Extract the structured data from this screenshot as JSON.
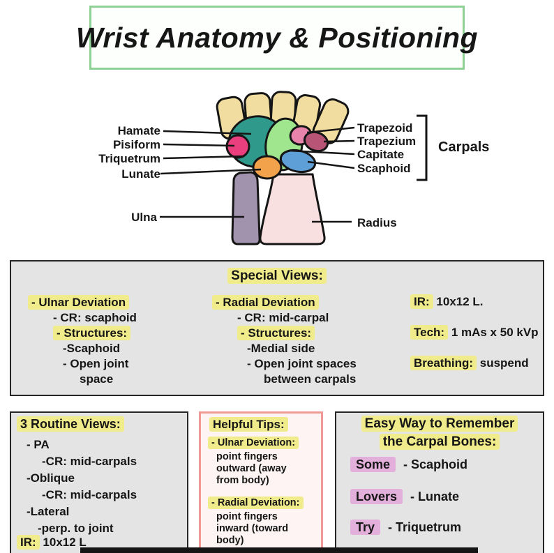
{
  "page": {
    "title": "Wrist Anatomy & Positioning"
  },
  "colors": {
    "finger": "#f1dd9f",
    "hamate": "#2f9a8c",
    "capitate": "#9fe68f",
    "trapezoid": "#e883ab",
    "trapezium": "#b85475",
    "scaphoid": "#5f9fd8",
    "lunate": "#f2a24b",
    "pisiform": "#ea3f7e",
    "radius": "#f8dfe0",
    "ulna": "#a193ad",
    "outline": "#151515",
    "highlight_yellow": "#f1ec8b",
    "highlight_pink": "#e3b0dc",
    "title_border": "#8fd094",
    "tips_border": "#ef9a96",
    "box_gray": "#e4e4e4"
  },
  "diagram": {
    "labels_left": [
      "Hamate",
      "Pisiform",
      "Triquetrum",
      "Lunate",
      "Ulna"
    ],
    "labels_right": [
      "Trapezoid",
      "Trapezium",
      "Capitate",
      "Scaphoid",
      "Radius"
    ],
    "carpals_label": "Carpals"
  },
  "special_views": {
    "heading": "Special Views:",
    "ulnar": {
      "title": "- Ulnar Deviation",
      "cr": "- CR: scaphoid",
      "structures": "- Structures:",
      "s1": "-Scaphoid",
      "s2": "- Open joint",
      "s3": "space"
    },
    "radial": {
      "title": "- Radial Deviation",
      "cr": "- CR: mid-carpal",
      "structures": "- Structures:",
      "s1": "-Medial side",
      "s2": "- Open joint spaces",
      "s3": "between carpals"
    },
    "info": {
      "ir_label": "IR:",
      "ir_value": "10x12 L.",
      "tech_label": "Tech:",
      "tech_value": "1 mAs x 50 kVp",
      "breathing_label": "Breathing:",
      "breathing_value": "suspend"
    }
  },
  "routine": {
    "heading": "3 Routine Views:",
    "l1": "- PA",
    "l2": "-CR: mid-carpals",
    "l3": "-Oblique",
    "l4": "-CR: mid-carpals",
    "l5": "-Lateral",
    "l6": "-perp. to joint",
    "ir_label": "IR:",
    "ir_value": "10x12 L"
  },
  "tips": {
    "heading": "Helpful Tips:",
    "t1": {
      "title": "- Ulnar Deviation:",
      "l1": "point fingers",
      "l2": "outward (away",
      "l3": "from body)"
    },
    "t2": {
      "title": "- Radial Deviation:",
      "l1": "point fingers",
      "l2": "inward (toward",
      "l3": "body)"
    }
  },
  "mnemonic": {
    "heading1": "Easy Way to Remember",
    "heading2": "the Carpal Bones:",
    "items": [
      {
        "word": "Some",
        "rest": "- Scaphoid"
      },
      {
        "word": "Lovers",
        "rest": "- Lunate"
      },
      {
        "word": "Try",
        "rest": "- Triquetrum"
      }
    ]
  }
}
